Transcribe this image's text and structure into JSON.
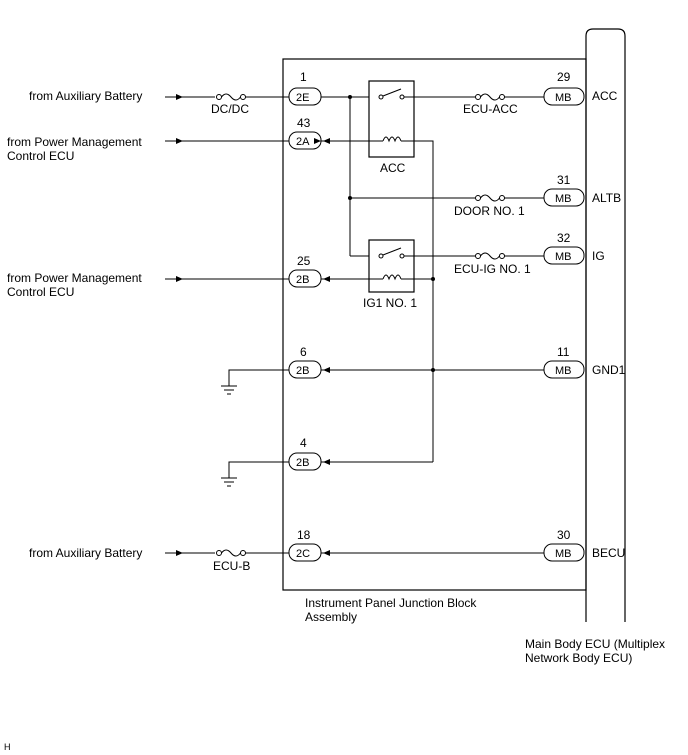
{
  "inputs": [
    {
      "text": "from Auxiliary Battery"
    },
    {
      "line1": "from Power Management",
      "line2": "Control ECU"
    },
    {
      "line1": "from Power Management",
      "line2": "Control ECU"
    },
    {
      "text": "from Auxiliary Battery"
    }
  ],
  "fuses": {
    "dcdc": "DC/DC",
    "ecu_acc": "ECU-ACC",
    "door_no1": "DOOR NO. 1",
    "ecu_ig_no1": "ECU-IG NO. 1",
    "ecu_b": "ECU-B"
  },
  "relays": {
    "acc": "ACC",
    "ig1": "IG1 NO. 1"
  },
  "left_connectors": [
    {
      "pin": "1",
      "conn": "2E"
    },
    {
      "pin": "43",
      "conn": "2A"
    },
    {
      "pin": "25",
      "conn": "2B"
    },
    {
      "pin": "6",
      "conn": "2B"
    },
    {
      "pin": "4",
      "conn": "2B"
    },
    {
      "pin": "18",
      "conn": "2C"
    }
  ],
  "right_connectors": [
    {
      "pin": "29",
      "conn": "MB",
      "signal": "ACC"
    },
    {
      "pin": "31",
      "conn": "MB",
      "signal": "ALTB"
    },
    {
      "pin": "32",
      "conn": "MB",
      "signal": "IG"
    },
    {
      "pin": "11",
      "conn": "MB",
      "signal": "GND1"
    },
    {
      "pin": "30",
      "conn": "MB",
      "signal": "BECU"
    }
  ],
  "junction_block": {
    "line1": "Instrument Panel Junction Block",
    "line2": "Assembly"
  },
  "main_ecu": {
    "line1": "Main Body ECU (Multiplex",
    "line2": "Network Body ECU)"
  },
  "corner_mark": "H"
}
